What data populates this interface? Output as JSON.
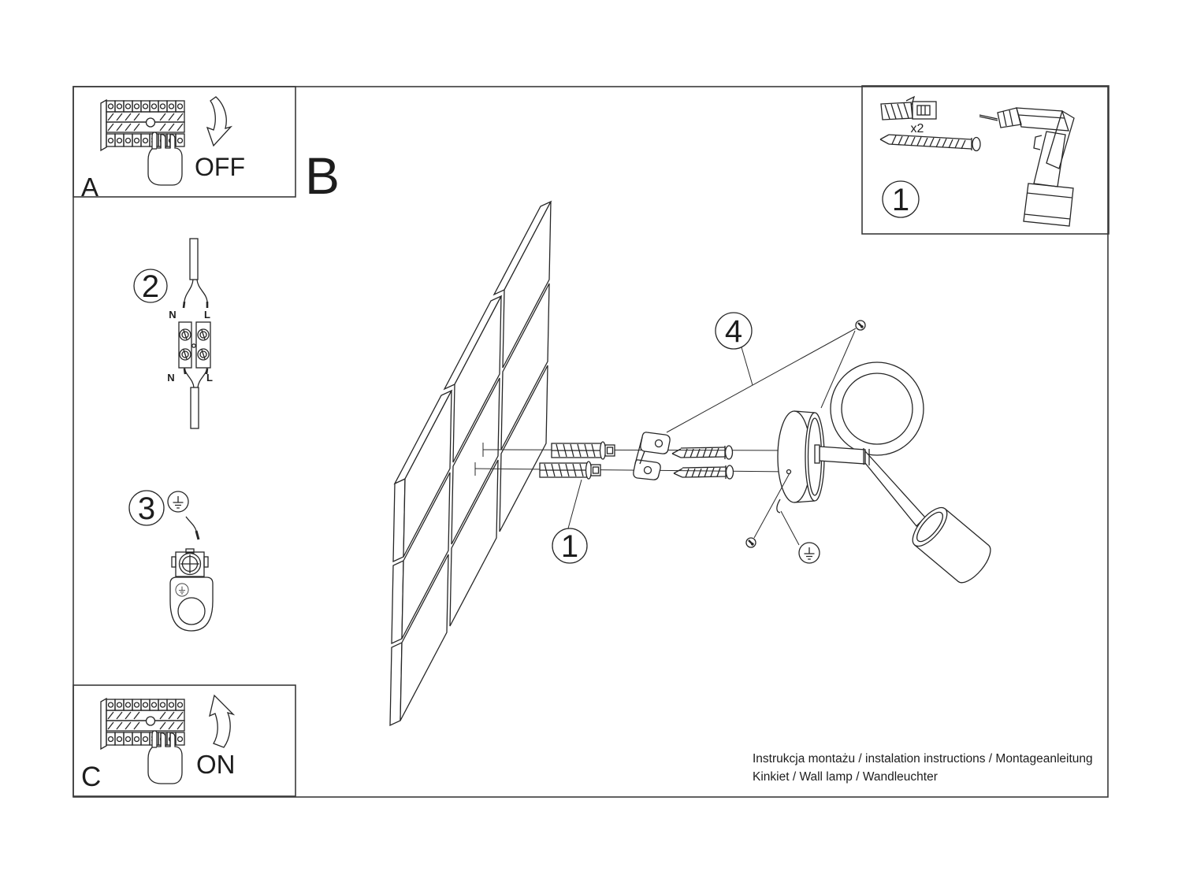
{
  "panels": {
    "a": {
      "label": "A",
      "state": "OFF"
    },
    "b": {
      "label": "B"
    },
    "c": {
      "label": "C",
      "state": "ON"
    }
  },
  "callouts": {
    "one": "1",
    "two": "2",
    "three": "3",
    "four": "4"
  },
  "parts_box": {
    "callout": "1",
    "anchor_qty": "x2"
  },
  "wiring": {
    "n_top": "N",
    "l_top": "L",
    "n_bottom": "N",
    "l_bottom": "L"
  },
  "footer": {
    "line1": "Instrukcja montażu / instalation instructions / Montageanleitung",
    "line2": "Kinkiet / Wall lamp / Wandleuchter"
  },
  "colors": {
    "line": "#262626",
    "background": "#ffffff"
  }
}
